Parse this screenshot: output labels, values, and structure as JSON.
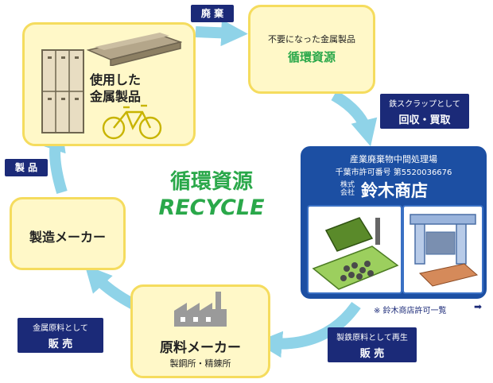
{
  "center_title": {
    "jp": "循環資源",
    "en": "RECYCLE"
  },
  "nodes": {
    "used_products": {
      "line1": "使用した",
      "line2": "金属製品"
    },
    "waste_resource": {
      "line1": "不要になった金属製品",
      "line2": "循環資源"
    },
    "company": {
      "line1": "産業廃棄物中間処理場",
      "line2": "千葉市許可番号 第5520036676",
      "kabushiki": "株式会社",
      "name": "鈴木商店",
      "license_link": "※ 鈴木商店許可一覧",
      "license_arrow": "➡"
    },
    "raw_maker": {
      "label": "原料メーカー",
      "sub": "製鋼所・精錬所"
    },
    "manufacturer": {
      "label": "製造メーカー"
    }
  },
  "tags": {
    "disposal": "廃 棄",
    "scrap_line1": "鉄スクラップとして",
    "scrap_line2": "回収・買取",
    "resell_line1": "製鉄原料として再生",
    "resell_line2": "販 売",
    "sell_line1": "金属原料として",
    "sell_line2": "販 売",
    "product": "製 品"
  },
  "colors": {
    "box_fill": "#fff8c8",
    "box_border": "#f5dc5e",
    "tag_fill": "#1b2a78",
    "arrow": "#8fd3e8",
    "panel": "#1c4fa3",
    "green": "#2aa84a"
  }
}
